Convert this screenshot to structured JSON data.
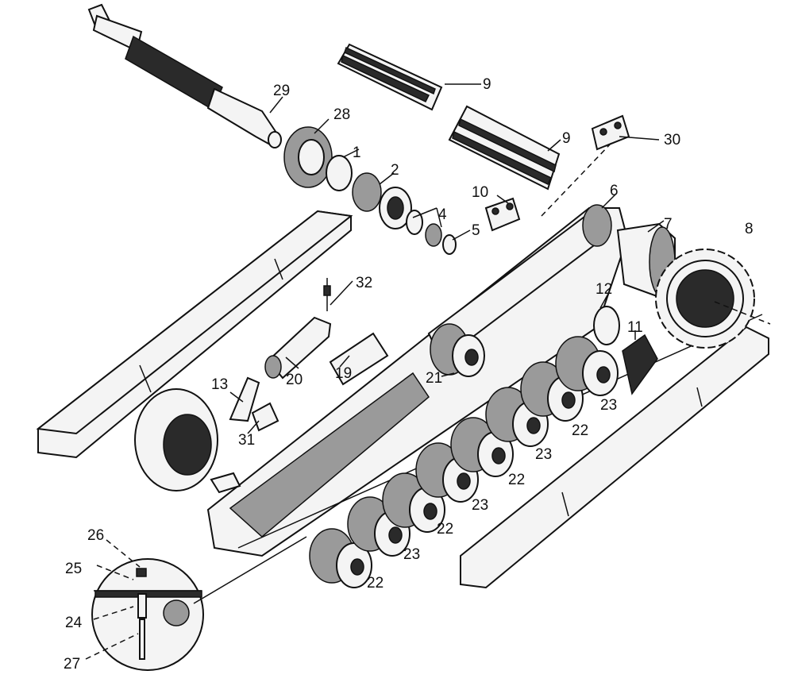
{
  "callouts": [
    {
      "id": "c1",
      "label": "1"
    },
    {
      "id": "c2",
      "label": "2"
    },
    {
      "id": "c4",
      "label": "4"
    },
    {
      "id": "c5",
      "label": "5"
    },
    {
      "id": "c6",
      "label": "6"
    },
    {
      "id": "c7",
      "label": "7"
    },
    {
      "id": "c8",
      "label": "8"
    },
    {
      "id": "c9a",
      "label": "9"
    },
    {
      "id": "c9b",
      "label": "9"
    },
    {
      "id": "c10",
      "label": "10"
    },
    {
      "id": "c11",
      "label": "11"
    },
    {
      "id": "c12",
      "label": "12"
    },
    {
      "id": "c13",
      "label": "13"
    },
    {
      "id": "c19",
      "label": "19"
    },
    {
      "id": "c20",
      "label": "20"
    },
    {
      "id": "c21",
      "label": "21"
    },
    {
      "id": "c22a",
      "label": "22"
    },
    {
      "id": "c22b",
      "label": "22"
    },
    {
      "id": "c22c",
      "label": "22"
    },
    {
      "id": "c22d",
      "label": "22"
    },
    {
      "id": "c23a",
      "label": "23"
    },
    {
      "id": "c23b",
      "label": "23"
    },
    {
      "id": "c23c",
      "label": "23"
    },
    {
      "id": "c23d",
      "label": "23"
    },
    {
      "id": "c24",
      "label": "24"
    },
    {
      "id": "c25",
      "label": "25"
    },
    {
      "id": "c26",
      "label": "26"
    },
    {
      "id": "c27",
      "label": "27"
    },
    {
      "id": "c28",
      "label": "28"
    },
    {
      "id": "c29",
      "label": "29"
    },
    {
      "id": "c30",
      "label": "30"
    },
    {
      "id": "c31",
      "label": "31"
    },
    {
      "id": "c32",
      "label": "32"
    }
  ]
}
